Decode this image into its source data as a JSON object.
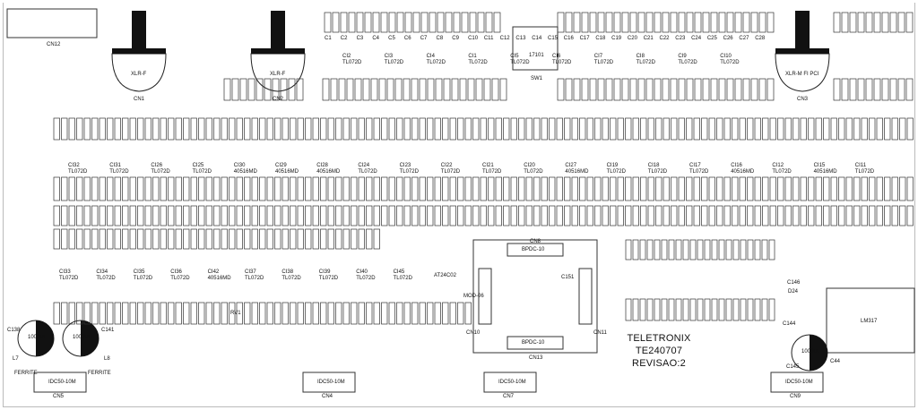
{
  "board": {
    "brand": "TELETRONIX",
    "code": "TE240707",
    "revision": "REVISAO:2"
  },
  "connectors": {
    "cn12": "CN12",
    "cn1": "CN1",
    "cn1_type": "XLR-F",
    "cn2": "CN2",
    "cn2_type": "XLR-F",
    "cn3": "CN3",
    "cn3_type": "XLR-M FI PCI",
    "sw1": "SW1",
    "sw1_part": "17101",
    "cn5": "CN5",
    "cn4": "CN4",
    "cn7": "CN7",
    "cn9": "CN9",
    "idc": "IDC50-10M",
    "cn8": "CN8",
    "cn10": "CN10",
    "cn11": "CN11",
    "cn13": "CN13",
    "bpdc": "BPDC-10",
    "lm": "LM317",
    "c144": "C144",
    "mod": "MOD-06"
  },
  "top_labels": [
    "C1",
    "C2",
    "C3",
    "C4",
    "C5",
    "C6",
    "C7",
    "C8",
    "C9",
    "C10",
    "C11",
    "C12",
    "C13",
    "C14",
    "C15",
    "C16",
    "C17",
    "C18",
    "C19",
    "C20",
    "C21",
    "C22",
    "C23",
    "C24",
    "C25",
    "C26",
    "C27",
    "C28"
  ],
  "ic_row1": [
    "CI2 TL072D",
    "CI3 TL072D",
    "CI4 TL072D",
    "CI1 TL072D",
    "CI5 TL072D",
    "CI6 TL072D",
    "CI7 TL072D",
    "CI8 TL072D",
    "CI9 TL072D",
    "CI10 TL072D"
  ],
  "ic_row2": [
    "CI32 TL072D",
    "CI31 TL072D",
    "CI26 TL072D",
    "CI25 TL072D",
    "CI30 40516MD",
    "CI29 40516MD",
    "CI28 40516MD",
    "CI24 TL072D",
    "CI23 TL072D",
    "CI22 TL072D",
    "CI21 TL072D",
    "CI20 TL072D",
    "CI27 40516MD",
    "CI19 TL072D",
    "CI18 TL072D",
    "CI17 TL072D",
    "CI16 40516MD",
    "CI12 TL072D",
    "CI15 40516MD",
    "CI11 TL072D"
  ],
  "ic_row3": [
    "CI33 TL072D",
    "CI34 TL072D",
    "CI35 TL072D",
    "CI36 TL072D",
    "CI42 40516MD",
    "CI37 TL072D",
    "CI38 TL072D",
    "CI39 TL072D",
    "CI40 TL072D",
    "CI45 TL072D"
  ],
  "misc": {
    "l7": "L7",
    "l8": "L8",
    "ferrite_l": "FERRITE",
    "ferrite_r": "FERRITE",
    "c138": "C138",
    "c141": "C141",
    "cap_1000uf": "1000UF",
    "c145": "C145",
    "c44": "C44",
    "d24": "D24",
    "rv1": "RV1",
    "c146": "C146",
    "c151": "C151",
    "ic_at24": "AT24C02"
  }
}
